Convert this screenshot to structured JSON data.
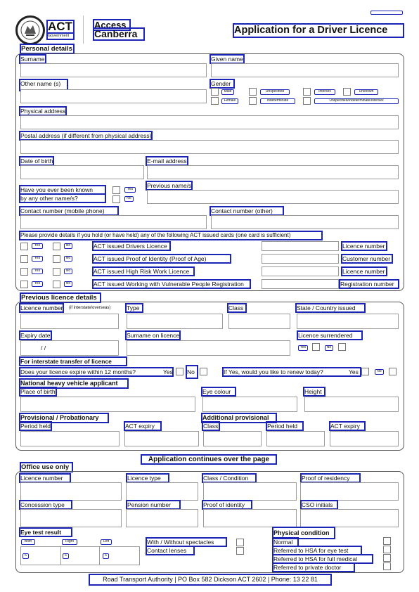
{
  "header": {
    "top_code": "",
    "act": "ACT",
    "act_sub": "Government",
    "access": "Access",
    "canberra": "Canberra",
    "title": "Application for a Driver Licence"
  },
  "personal": {
    "heading": "Personal details",
    "surname": "Surname",
    "given_name": "Given name",
    "other_name": "Other name (s)",
    "gender": "Gender",
    "gender_opts": [
      "Male",
      "Female",
      "Unspecified",
      "Indeterminate",
      "Intersex",
      "Unknown"
    ],
    "gender_long": "Unspecified/Indeterminate/Intersex",
    "physical_address": "Physical address",
    "postal_address": "Postal address (if different from physical address)",
    "dob": "Date of birth",
    "email": "E-mail address",
    "known_q1": "Have you ever been known",
    "known_q2": "by any other name/s?",
    "yes": "Yes",
    "no": "No",
    "previous_names": "Previous name/s",
    "contact_mobile": "Contact number (mobile phone)",
    "contact_other": "Contact number (other)",
    "cards_prompt": "Please provide details if you hold (or have held) any of the following ACT issued cards (one card is sufficient)",
    "cards": [
      {
        "label": "ACT issued Drivers Licence",
        "number": "Licence number"
      },
      {
        "label": "ACT issued Proof of Identity (Proof of Age)",
        "number": "Customer number"
      },
      {
        "label": "ACT issued High Risk Work Licence",
        "number": "Licence number"
      },
      {
        "label": "ACT issued Working with Vulnerable People Registration",
        "number": "Registration number"
      }
    ],
    "yes_small": "Yes",
    "no_small": "No"
  },
  "previous": {
    "heading": "Previous licence details",
    "licence_number": "Licence number",
    "licence_number_note": "(if interstate/overseas)",
    "type": "Type",
    "class": "Class",
    "state": "State / Country issued",
    "expiry": "Expiry date",
    "date_slashes": "/          /",
    "surname_on_licence": "Surname on licence",
    "surrendered": "Licence surrendered",
    "interstate_heading": "For interstate transfer of licence",
    "expire_q": "Does your licence expire within 12 months?",
    "expire_yes": "Yes",
    "expire_no": "No",
    "renew_q": "If Yes, would you like to renew today?",
    "renew_yes": "Yes"
  },
  "heavy": {
    "heading": "National heavy vehicle applicant",
    "place_of_birth": "Place of birth",
    "eye_colour": "Eye colour",
    "height": "Height",
    "provisional_heading": "Provisional / Probationary",
    "additional_heading": "Additional provisional",
    "period_held": "Period held",
    "act_expiry": "ACT expiry",
    "class": "Class"
  },
  "continues": "Application continues over the page",
  "office": {
    "heading": "Office use only",
    "licence_number": "Licence number",
    "licence_type": "Licence type",
    "class_condition": "Class / Condition",
    "proof_residency": "Proof of residency",
    "concession_type": "Concession type",
    "pension_number": "Pension number",
    "proof_identity": "Proof of identity",
    "cso_initials": "CSO initials",
    "eye_test": "Eye test result",
    "both": "Both",
    "right": "Right",
    "left": "Left",
    "spectacles": "With / Without spectacles",
    "contact_lenses": "Contact lenses",
    "physical_heading": "Physical condition",
    "normal": "Normal",
    "hsa_eye": "Referred to HSA for eye test",
    "hsa_medical": "Referred to HSA for full medical",
    "private_doctor": "Referred to private doctor"
  },
  "footer": "Road Transport Authority | PO Box 582 Dickson ACT 2602 | Phone: 13 22 81"
}
